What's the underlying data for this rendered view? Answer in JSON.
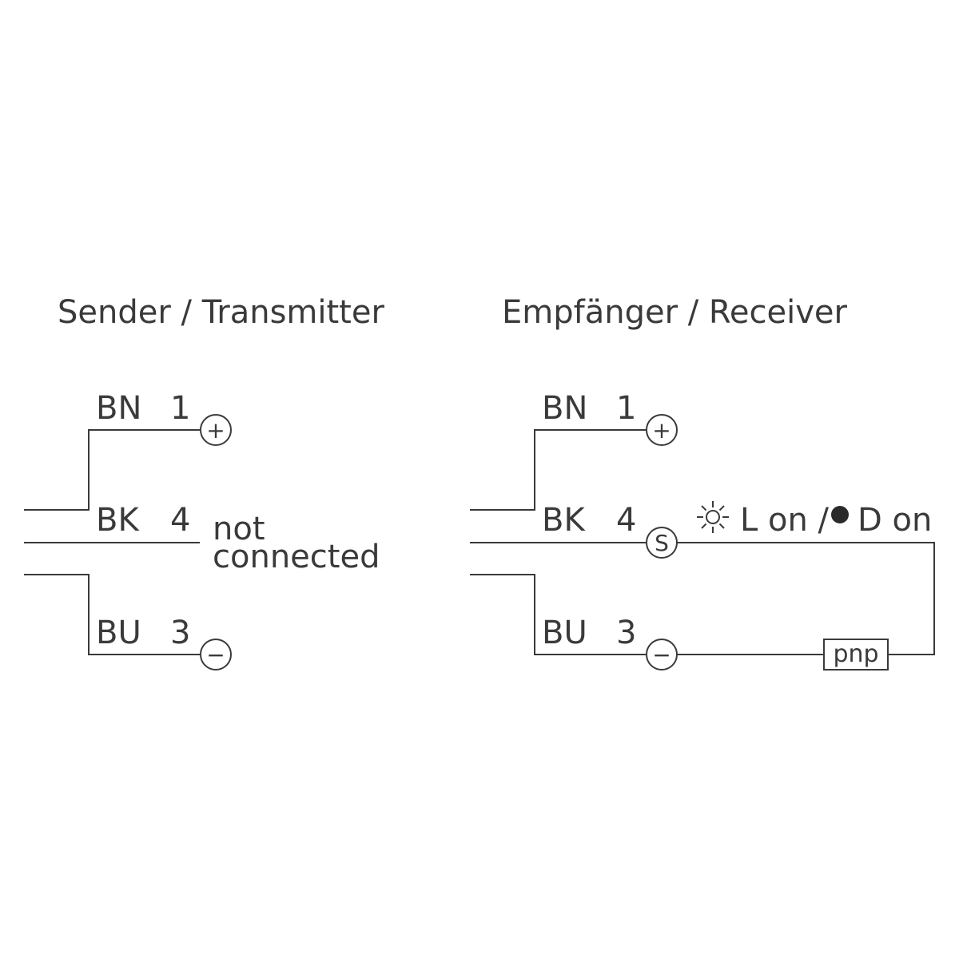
{
  "transmitter": {
    "title": "Sender / Transmitter",
    "wires": [
      {
        "color": "BN",
        "pin": "1",
        "terminal_symbol": "+"
      },
      {
        "color": "BK",
        "pin": "4"
      },
      {
        "color": "BU",
        "pin": "3",
        "terminal_symbol": "−"
      }
    ],
    "not_connected_line1": "not",
    "not_connected_line2": "connected"
  },
  "receiver": {
    "title": "Empfänger / Receiver",
    "wires": [
      {
        "color": "BN",
        "pin": "1",
        "terminal_symbol": "+"
      },
      {
        "color": "BK",
        "pin": "4",
        "terminal_symbol": "S"
      },
      {
        "color": "BU",
        "pin": "3",
        "terminal_symbol": "−"
      }
    ],
    "mode_light": "L on /",
    "mode_dark": "D on",
    "load_label": "pnp"
  }
}
